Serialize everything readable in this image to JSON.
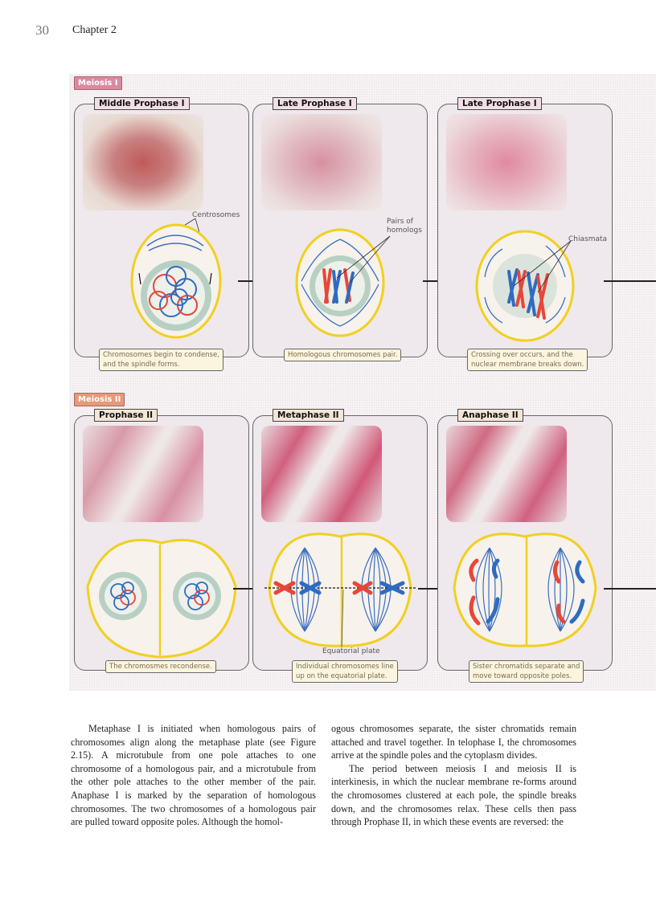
{
  "header": {
    "page_number": "30",
    "chapter": "Chapter 2"
  },
  "colors": {
    "meiosis_i_tag": "#d98aa0",
    "meiosis_ii_tag": "#e59a78",
    "cell_membrane": "#f0d020",
    "chromosome_red": "#e8463a",
    "chromosome_blue": "#2f6bc0",
    "nucleus": "#b8d0c4",
    "spindle": "#3a6ec0"
  },
  "figure": {
    "meiosis_i": {
      "tag": "Meiosis I",
      "panels": [
        {
          "title": "Middle Prophase I",
          "caption_lines": [
            "Chromosomes begin to condense,",
            "and the spindle forms."
          ],
          "labels": [
            "Centrosomes"
          ]
        },
        {
          "title": "Late Prophase I",
          "caption_lines": [
            "Homologous chromosomes pair."
          ],
          "labels": [
            "Pairs of",
            "homologs"
          ]
        },
        {
          "title": "Late Prophase I",
          "caption_lines": [
            "Crossing over occurs, and the",
            "nuclear membrane breaks down."
          ],
          "labels": [
            "Chiasmata"
          ]
        }
      ]
    },
    "meiosis_ii": {
      "tag": "Meiosis II",
      "panels": [
        {
          "title": "Prophase II",
          "caption_lines": [
            "The chromosmes recondense."
          ],
          "labels": []
        },
        {
          "title": "Metaphase II",
          "caption_lines": [
            "Individual chromosomes line",
            "up on the equatorial plate."
          ],
          "labels": [
            "Equatorial plate"
          ]
        },
        {
          "title": "Anaphase II",
          "caption_lines": [
            "Sister chromatids separate and",
            "move toward opposite poles."
          ],
          "labels": []
        }
      ]
    }
  },
  "body": {
    "left_column": [
      "Metaphase I is initiated when homologous pairs of chromosomes align along the metaphase plate (see Figure 2.15). A microtubule from one pole attaches to one chromosome of a homologous pair, and a microtubule from the other pole attaches to the other member of the pair. Anaphase I is marked by the separation of homologous chromosomes. The two chromosomes of a homologous pair are pulled toward opposite poles. Although the homol-"
    ],
    "right_column": [
      "ogous chromosomes separate, the sister chromatids remain attached and travel together. In telophase I, the chromosomes arrive at the spindle poles and the cytoplasm divides.",
      "The period between meiosis I and meiosis II is interkinesis, in which the nuclear membrane re-forms around the chromosomes clustered at each pole, the spindle breaks down, and the chromosomes relax. These cells then pass through Prophase II, in which these events are reversed: the"
    ]
  }
}
